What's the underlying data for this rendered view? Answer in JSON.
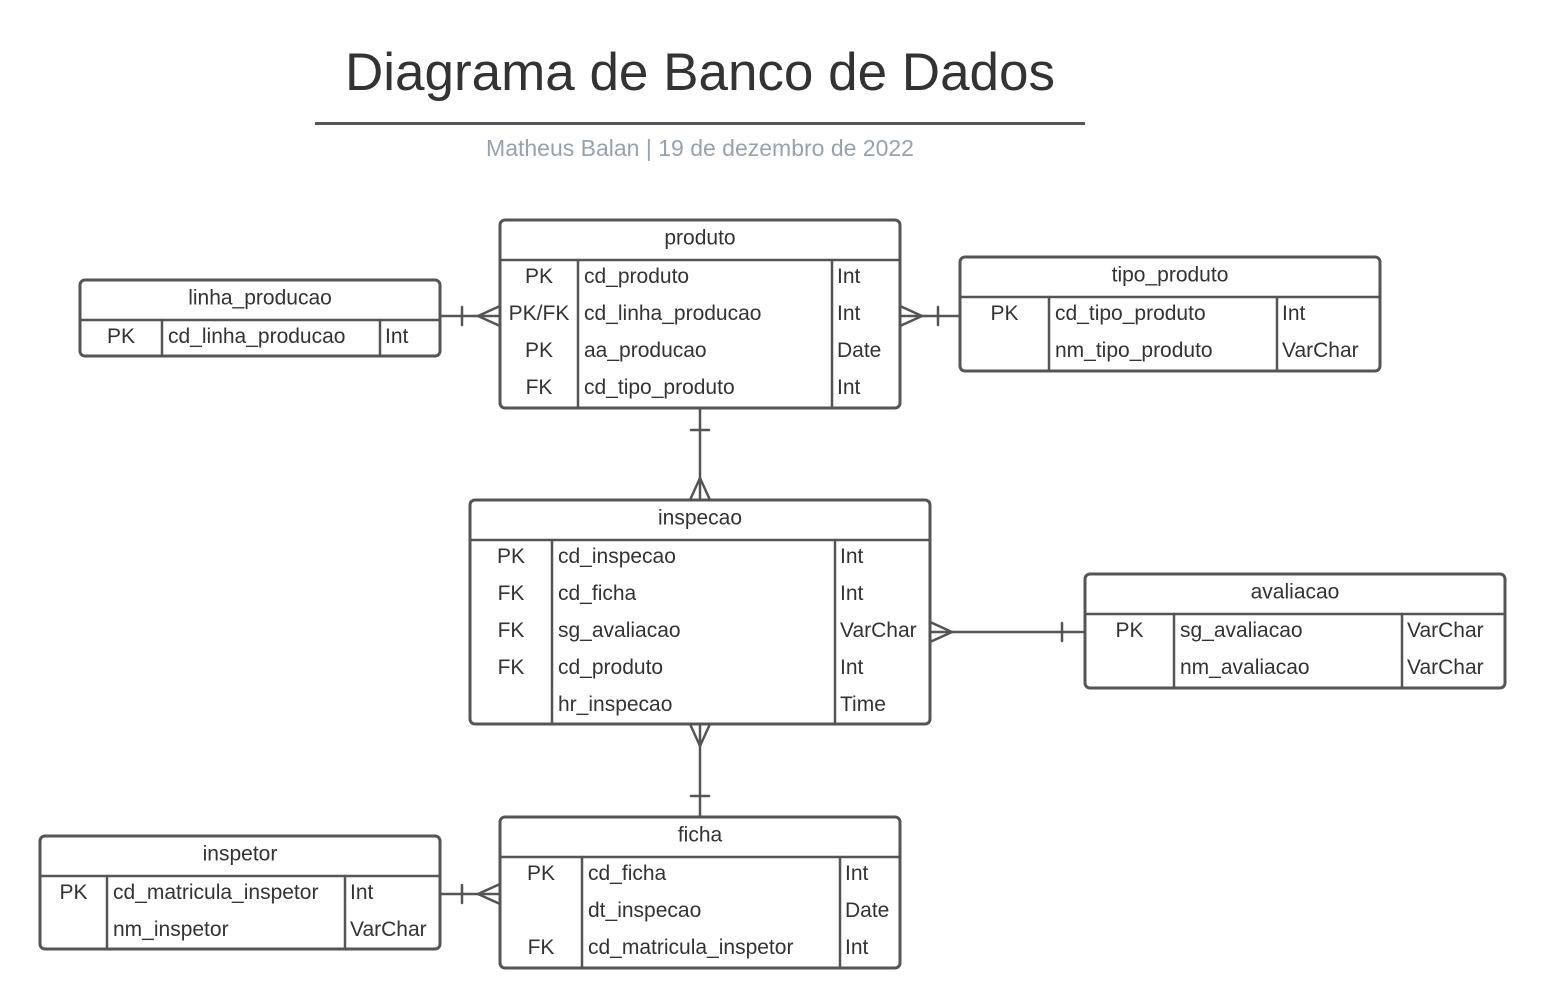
{
  "header": {
    "title": "Diagrama de Banco de Dados",
    "subtitle": "Matheus Balan | 19 de dezembro de 2022"
  },
  "entities": [
    {
      "id": "produto",
      "name": "produto",
      "rows": [
        {
          "key": "PK",
          "field": "cd_produto",
          "type": "Int"
        },
        {
          "key": "PK/FK",
          "field": "cd_linha_producao",
          "type": "Int"
        },
        {
          "key": "PK",
          "field": "aa_producao",
          "type": "Date"
        },
        {
          "key": "FK",
          "field": "cd_tipo_produto",
          "type": "Int"
        }
      ]
    },
    {
      "id": "linha_producao",
      "name": "linha_producao",
      "rows": [
        {
          "key": "PK",
          "field": "cd_linha_producao",
          "type": "Int"
        }
      ]
    },
    {
      "id": "tipo_produto",
      "name": "tipo_produto",
      "rows": [
        {
          "key": "PK",
          "field": "cd_tipo_produto",
          "type": "Int"
        },
        {
          "key": "",
          "field": "nm_tipo_produto",
          "type": "VarChar"
        }
      ]
    },
    {
      "id": "inspecao",
      "name": "inspecao",
      "rows": [
        {
          "key": "PK",
          "field": "cd_inspecao",
          "type": "Int"
        },
        {
          "key": "FK",
          "field": "cd_ficha",
          "type": "Int"
        },
        {
          "key": "FK",
          "field": "sg_avaliacao",
          "type": "VarChar"
        },
        {
          "key": "FK",
          "field": "cd_produto",
          "type": "Int"
        },
        {
          "key": "",
          "field": "hr_inspecao",
          "type": "Time"
        }
      ]
    },
    {
      "id": "avaliacao",
      "name": "avaliacao",
      "rows": [
        {
          "key": "PK",
          "field": "sg_avaliacao",
          "type": "VarChar"
        },
        {
          "key": "",
          "field": "nm_avaliacao",
          "type": "VarChar"
        }
      ]
    },
    {
      "id": "ficha",
      "name": "ficha",
      "rows": [
        {
          "key": "PK",
          "field": "cd_ficha",
          "type": "Int"
        },
        {
          "key": "",
          "field": "dt_inspecao",
          "type": "Date"
        },
        {
          "key": "FK",
          "field": "cd_matricula_inspetor",
          "type": "Int"
        }
      ]
    },
    {
      "id": "inspetor",
      "name": "inspetor",
      "rows": [
        {
          "key": "PK",
          "field": "cd_matricula_inspetor",
          "type": "Int"
        },
        {
          "key": "",
          "field": "nm_inspetor",
          "type": "VarChar"
        }
      ]
    }
  ],
  "relationships": [
    {
      "id": "linha_producao-produto",
      "one": "linha_producao",
      "many": "produto"
    },
    {
      "id": "tipo_produto-produto",
      "one": "tipo_produto",
      "many": "produto"
    },
    {
      "id": "produto-inspecao",
      "one": "produto",
      "many": "inspecao"
    },
    {
      "id": "avaliacao-inspecao",
      "one": "avaliacao",
      "many": "inspecao"
    },
    {
      "id": "ficha-inspecao",
      "one": "ficha",
      "many": "inspecao"
    },
    {
      "id": "inspetor-ficha",
      "one": "inspetor",
      "many": "ficha"
    }
  ],
  "colors": {
    "stroke": "#555555",
    "text": "#333333",
    "subtitle": "#98a2ae",
    "background": "#ffffff"
  }
}
